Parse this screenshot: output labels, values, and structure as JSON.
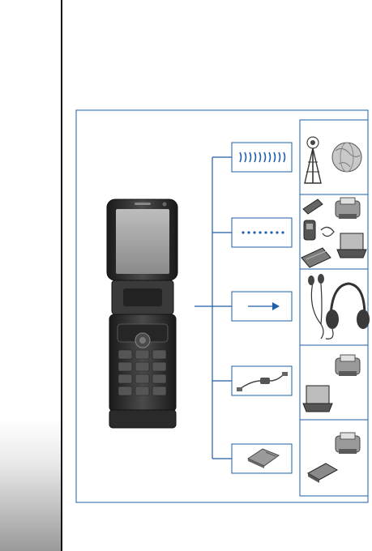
{
  "colors": {
    "frame": "#1f5ea8",
    "connector_fill": "#ffffff",
    "icon_fill": "#1f5ea8",
    "device_panel_bg": "#ffffff",
    "sidebar_edge": "#111111",
    "sidebar_gradient_bottom": "#9a9a9a",
    "phone_body": "#2b2b2b",
    "phone_screen": "#9e9e9e"
  },
  "connections": [
    {
      "id": "cellular",
      "icon": "radio-waves-icon",
      "devices": [
        "cell-tower-icon",
        "globe-icon"
      ]
    },
    {
      "id": "bluetooth",
      "icon": "dotted-line-icon",
      "devices": [
        "gps-receiver-icon",
        "printer-icon",
        "phone-icon",
        "cable-icon",
        "keyboard-icon",
        "laptop-icon"
      ]
    },
    {
      "id": "audio",
      "icon": "arrow-right-icon",
      "devices": [
        "earphones-icon",
        "headphones-icon"
      ]
    },
    {
      "id": "usb-cable",
      "icon": "usb-cable-icon",
      "devices": [
        "laptop-icon",
        "printer-icon"
      ]
    },
    {
      "id": "memory-card",
      "icon": "memory-card-icon",
      "devices": [
        "printer-icon",
        "card-reader-icon"
      ]
    }
  ]
}
